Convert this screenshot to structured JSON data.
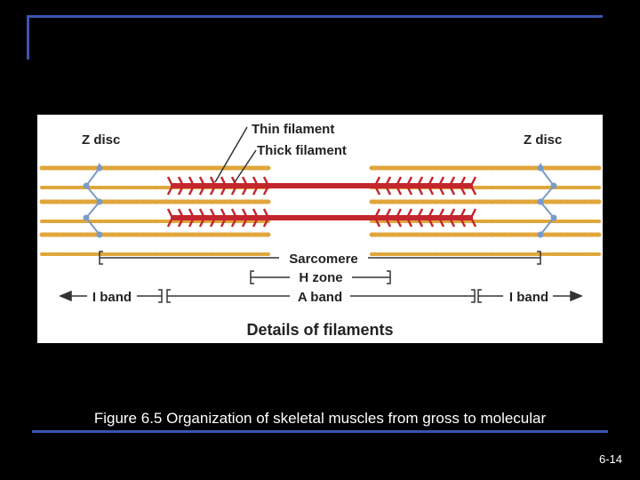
{
  "figure": {
    "labels": {
      "z_disc_left": "Z disc",
      "z_disc_right": "Z disc",
      "thin_filament": "Thin filament",
      "thick_filament": "Thick filament",
      "sarcomere": "Sarcomere",
      "h_zone": "H zone",
      "a_band": "A band",
      "i_band_left": "I band",
      "i_band_right": "I band",
      "details": "Details of filaments"
    },
    "colors": {
      "thin_filament": "#e0a63a",
      "thick_filament": "#c4262e",
      "z_disc": "#7a9ac8",
      "line": "#333333"
    }
  },
  "caption": "Figure 6.5 Organization of skeletal muscles from gross to molecular",
  "slide_number": "6-14"
}
